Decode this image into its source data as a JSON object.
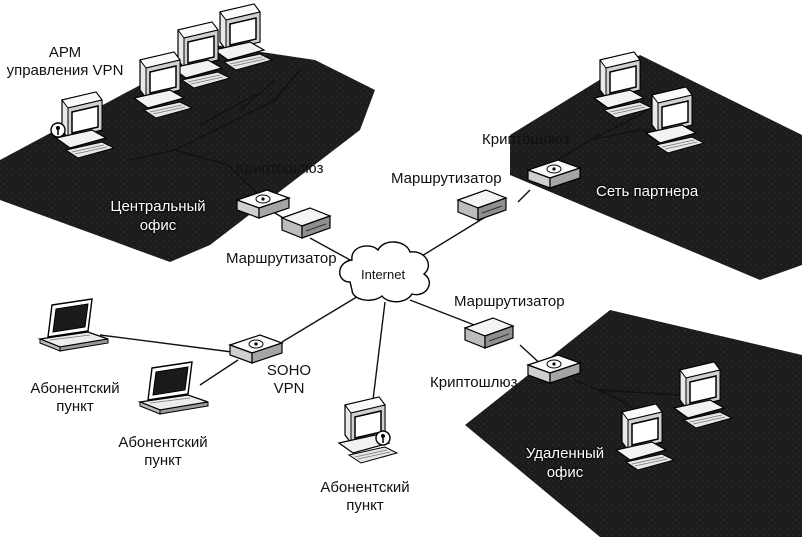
{
  "zones": {
    "central": [
      "Центральный",
      "офис"
    ],
    "partner": "Сеть партнера",
    "remote": [
      "Удаленный",
      "офис"
    ]
  },
  "labels": {
    "arm": [
      "АРМ",
      "управления VPN"
    ],
    "crypto_central": "Криптошлюз",
    "router_central": "Маршрутизатор",
    "router_partner": "Маршрутизатор",
    "crypto_partner": "Криптошлюз",
    "router_remote": "Маршрутизатор",
    "crypto_remote": "Криптошлюз",
    "internet": "Internet",
    "soho": [
      "SOHO",
      "VPN"
    ],
    "subscriber_1": [
      "Абонентский",
      "пункт"
    ],
    "subscriber_2": [
      "Абонентский",
      "пункт"
    ],
    "subscriber_3": [
      "Абонентский",
      "пункт"
    ]
  },
  "colors": {
    "zone_fill": "#1c1c1c",
    "line": "#111111",
    "background": "#ffffff"
  }
}
